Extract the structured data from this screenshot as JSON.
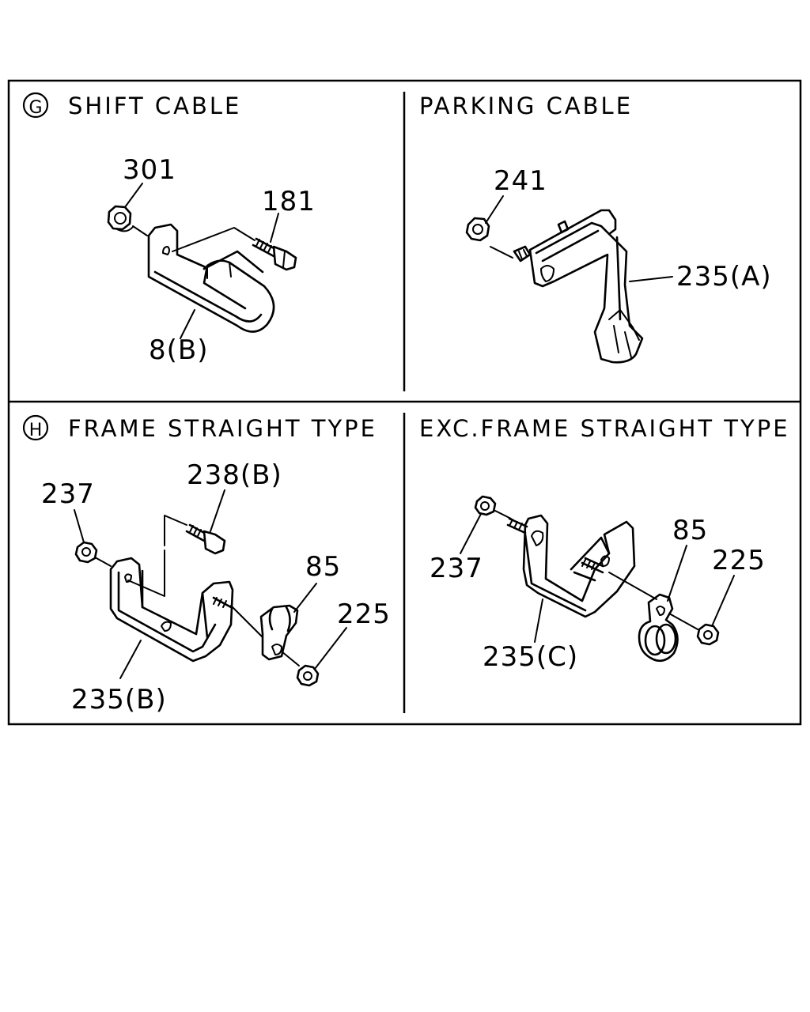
{
  "panels": {
    "shift_cable": {
      "marker": "G",
      "title": "SHIFT CABLE",
      "labels": {
        "nut": "301",
        "bolt": "181",
        "bracket": "8(B)"
      }
    },
    "parking_cable": {
      "title": "PARKING CABLE",
      "labels": {
        "nut": "241",
        "bracket": "235(A)"
      }
    },
    "frame_straight": {
      "marker": "H",
      "title": "FRAME STRAIGHT TYPE",
      "labels": {
        "nut": "237",
        "bolt": "238(B)",
        "clip": "85",
        "clip_nut": "225",
        "bracket": "235(B)"
      }
    },
    "exc_frame_straight": {
      "title": "EXC.FRAME STRAIGHT TYPE",
      "labels": {
        "nut": "237",
        "clip": "85",
        "clip_nut": "225",
        "bracket": "235(C)"
      }
    }
  }
}
